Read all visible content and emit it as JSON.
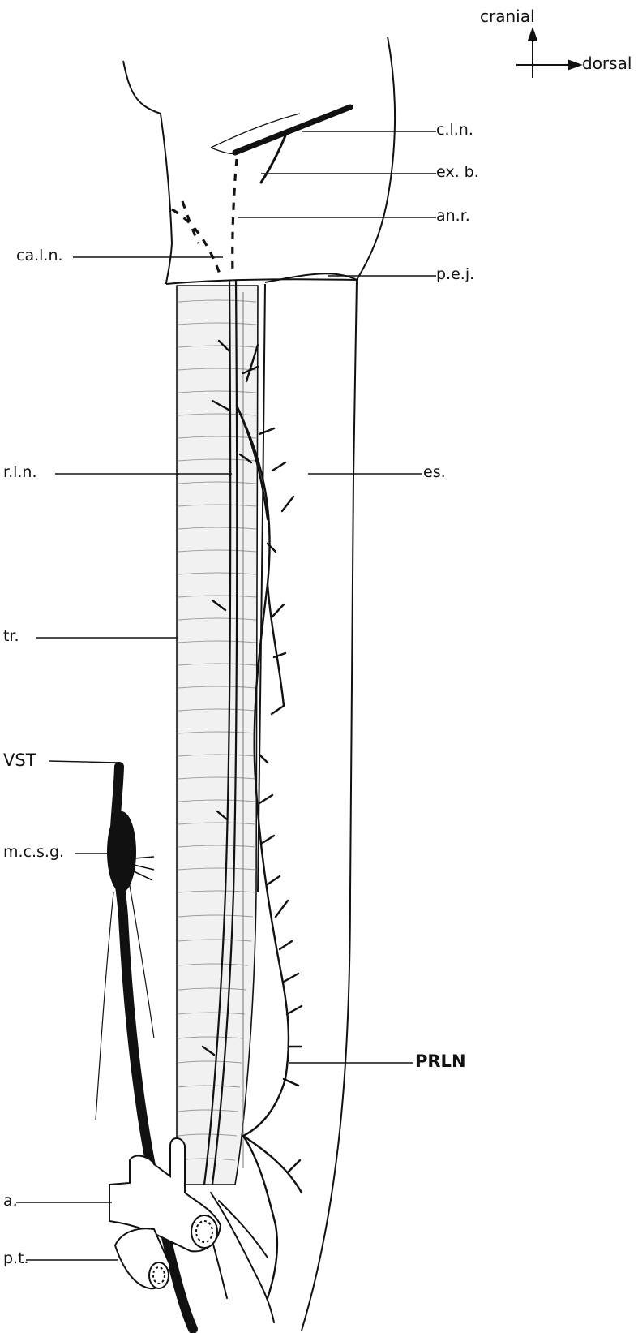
{
  "orientation": {
    "up_label": "cranial",
    "right_label": "dorsal",
    "icon": "orientation-axes-icon"
  },
  "labels": {
    "cln": "c.l.n.",
    "exb": "ex. b.",
    "anr": "an.r.",
    "caln": "ca.l.n.",
    "pej": "p.e.j.",
    "rln": "r.l.n.",
    "es": "es.",
    "tr": "tr.",
    "vst": "VST",
    "mcsg": "m.c.s.g.",
    "prln": "PRLN",
    "a": "a.",
    "pt": "p.t."
  },
  "colors": {
    "ink": "#111111",
    "trachea_fill": "#f1f1f1",
    "background": "#ffffff"
  }
}
